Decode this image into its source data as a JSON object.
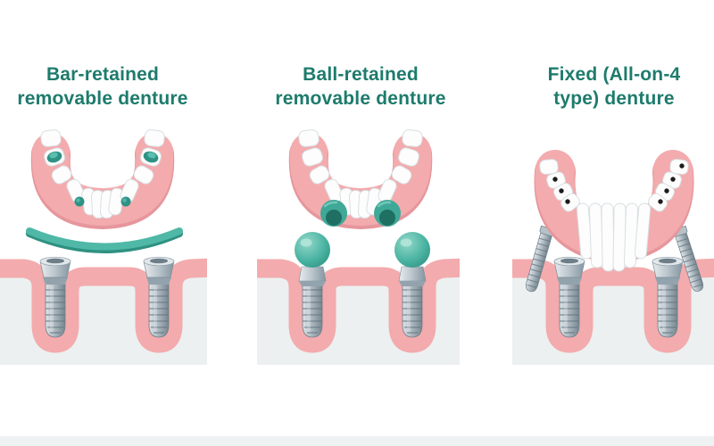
{
  "illustration": {
    "type": "dental-implant-denture-comparison",
    "panels": [
      {
        "id": "bar-retained",
        "title_lines": [
          "Bar-retained",
          "removable denture"
        ]
      },
      {
        "id": "ball-retained",
        "title_lines": [
          "Ball-retained",
          "removable denture"
        ]
      },
      {
        "id": "fixed-all-on-4",
        "title_lines": [
          "Fixed (All-on-4",
          "type) denture"
        ]
      }
    ]
  },
  "colors": {
    "background": "#ffffff",
    "title_text": "#1e7b6c",
    "gum_pink": "#f3abad",
    "gum_pink_shadow": "#e6969c",
    "tissue_section_gray": "#ecf0f0",
    "footer_strip": "#eef2f2",
    "tooth_white": "#fdfdfd",
    "tooth_outline": "#d9dfe2",
    "teal_accent": "#46b2a2",
    "teal_dark": "#27857a",
    "teal_mid": "#2e9285",
    "teal_light": "#5abfae",
    "implant_metal_light": "#dfe5e9",
    "implant_metal_mid": "#aeb9c1",
    "implant_metal_dark": "#76868f",
    "screw_hole_black": "#1c1c1c"
  }
}
